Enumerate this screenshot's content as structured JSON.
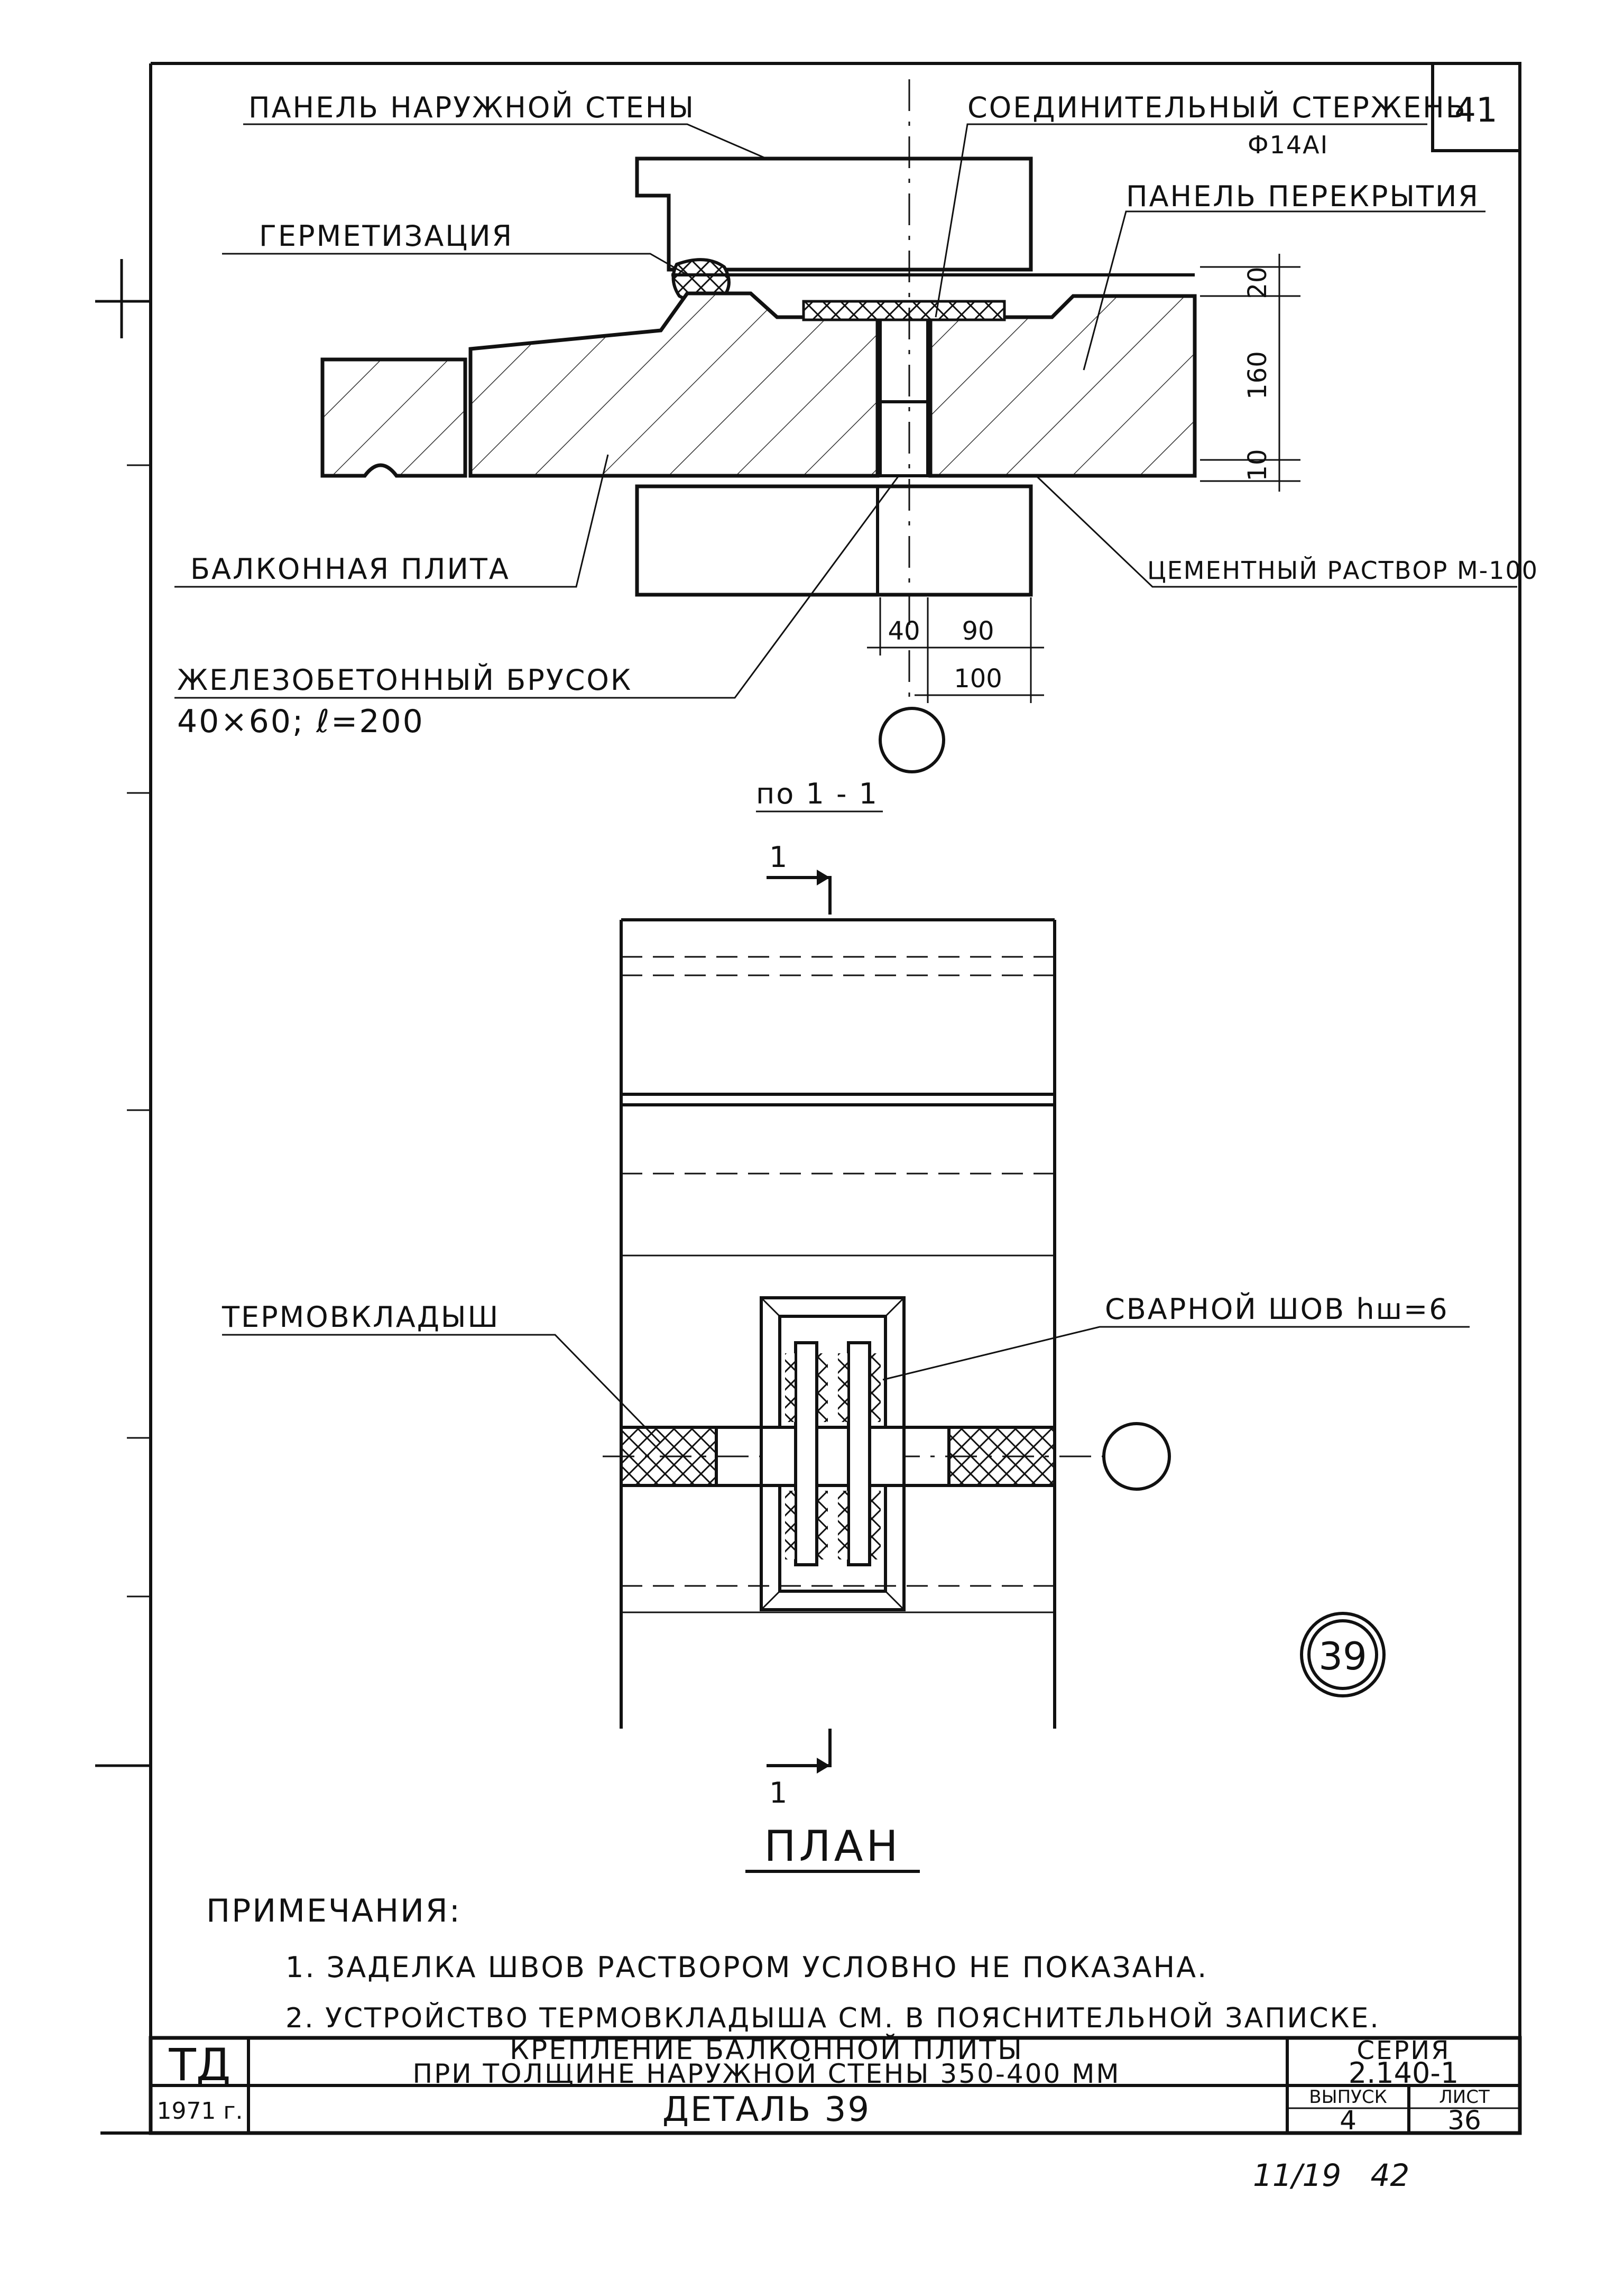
{
  "sheet_number": "41",
  "section": {
    "label_wall_panel": "ПАНЕЛЬ НАРУЖНОЙ СТЕНЫ",
    "label_rod": "СОЕДИНИТЕЛЬНЫЙ СТЕРЖЕНЬ",
    "label_rod_size": "Ф14АI",
    "label_floor_panel": "ПАНЕЛЬ ПЕРЕКРЫТИЯ",
    "label_sealing": "ГЕРМЕТИЗАЦИЯ",
    "label_balcony_slab": "БАЛКОННАЯ ПЛИТА",
    "label_mortar": "ЦЕМЕНТНЫЙ РАСТВОР М-100",
    "label_bar": "ЖЕЛЕЗОБЕТОННЫЙ БРУСОК",
    "label_bar_size": "40×60; ℓ=200",
    "dim_20": "20",
    "dim_160": "160",
    "dim_10": "10",
    "dim_40": "40",
    "dim_90": "90",
    "dim_100": "100"
  },
  "plan": {
    "section_ref": "по 1 - 1",
    "cut_mark": "1",
    "label_thermal_insert": "ТЕРМОВКЛАДЫШ",
    "label_weld": "СВАРНОЙ ШОВ hш=6",
    "detail_number": "39",
    "title": "ПЛАН"
  },
  "notes": {
    "heading": "ПРИМЕЧАНИЯ:",
    "items": [
      "1. ЗАДЕЛКА ШВОВ РАСТВОРОМ УСЛОВНО НЕ ПОКАЗАНА.",
      "2. УСТРОЙСТВО ТЕРМОВКЛАДЫША СМ. В ПОЯСНИТЕЛЬНОЙ ЗАПИСКЕ."
    ]
  },
  "title_block": {
    "org": "ТД",
    "title_line1": "КРЕПЛЕНИЕ БАЛКОННОЙ ПЛИТЫ",
    "title_line2": "ПРИ ТОЛЩИНЕ НАРУЖНОЙ СТЕНЫ 350-400 ММ",
    "series_label": "СЕРИЯ",
    "series_value": "2.140-1",
    "year": "1971 г.",
    "detail": "ДЕТАЛЬ 39",
    "issue_label": "ВЫПУСК",
    "issue_value": "4",
    "sheet_label": "ЛИСТ",
    "sheet_value": "36"
  },
  "handwritten_note": "11/19   42"
}
